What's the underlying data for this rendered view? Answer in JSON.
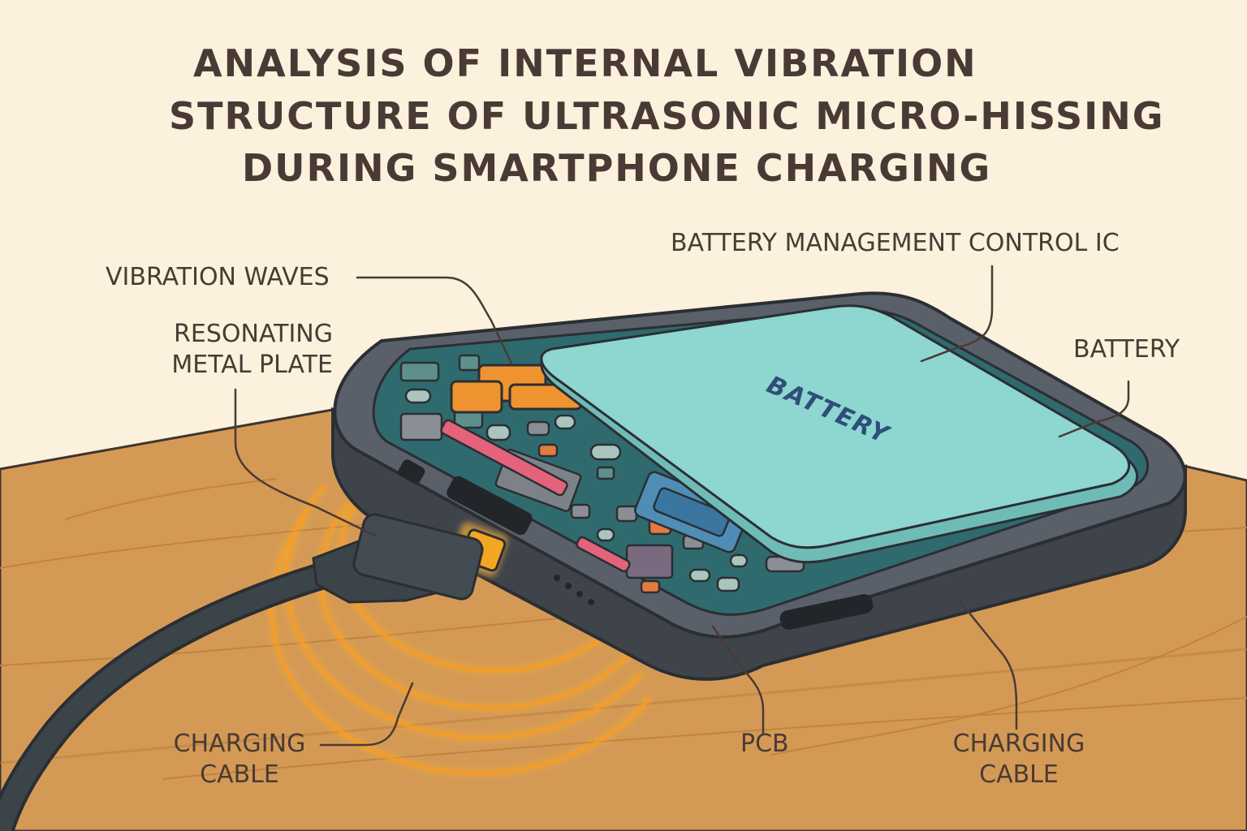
{
  "title": {
    "lines": [
      "ANALYSIS OF INTERNAL VIBRATION",
      "STRUCTURE OF ULTRASONIC MICRO-HISSING",
      "DURING SMARTPHONE CHARGING"
    ]
  },
  "labels": {
    "vibration_waves": "VIBRATION WAVES",
    "resonating_plate": [
      "RESONATING",
      "METAL PLATE"
    ],
    "bms_ic": "BATTERY MANAGEMENT CONTROL IC",
    "battery": "BATTERY",
    "battery_print": "BATTERY",
    "charging_cable_left": [
      "CHARGING",
      "CABLE"
    ],
    "pcb": "PCB",
    "charging_cable_right": [
      "CHARGING",
      "CABLE"
    ]
  },
  "colors": {
    "background": "#fbf1dc",
    "wood": "#d49a55",
    "wood_dark": "#b77c3c",
    "phone_frame": "#4a4f57",
    "pcb": "#2f6a6e",
    "battery": "#8ed6d0",
    "chip_orange": "#ef9330",
    "glow": "#ffae2a",
    "cable": "#3b4448",
    "text": "#4a3a35"
  }
}
